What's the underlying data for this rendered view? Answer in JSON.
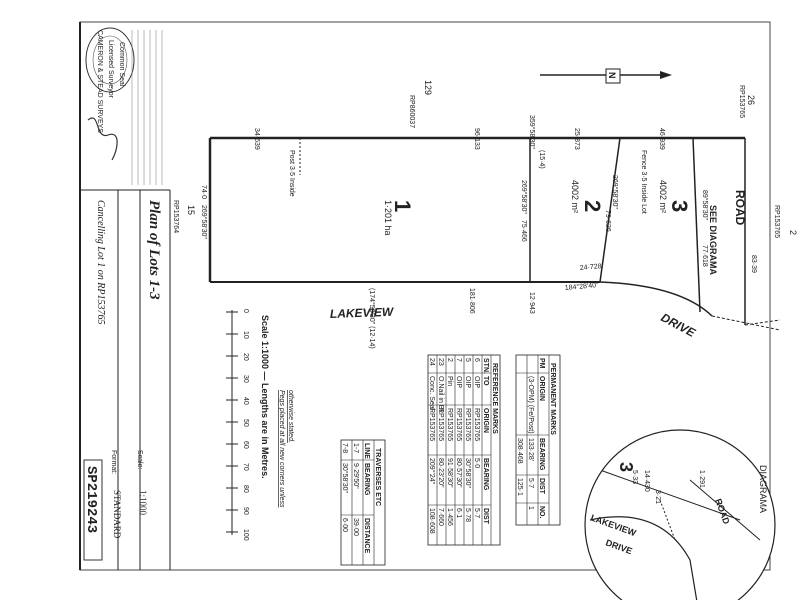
{
  "plan": {
    "title": "Plan of Lots 1-3",
    "subtitle": "Cancelling Lot 1 on RP153765",
    "plan_number": "SP219243",
    "format_label": "Format:",
    "format": "STANDARD",
    "scale_label": "Scale:",
    "scale": "1:1000",
    "scale_text": "Scale 1:1000 — Lengths are in Metres.",
    "scale_ticks": [
      "0",
      "10",
      "20",
      "30",
      "40",
      "50",
      "60",
      "70",
      "80",
      "90",
      "100"
    ],
    "peg_note_1": "Pegs placed at all new corners unless",
    "peg_note_2": "otherwise stated."
  },
  "stamp": {
    "line1": "CAMERON & STEAD SURVEYS",
    "line2": "Licensed Surveyor",
    "line3": "Common Seal"
  },
  "lots": [
    {
      "number": "1",
      "area": "1·201 ha"
    },
    {
      "number": "2",
      "area": "4002 m²"
    },
    {
      "number": "3",
      "area": "4002 m²"
    }
  ],
  "roads": {
    "road": "ROAD",
    "lakeview": "LAKEVIEW",
    "drive": "DRIVE"
  },
  "labels": {
    "north": "N",
    "see_diagram": "SEE DIAGRAMA",
    "rp_top": "RP860037",
    "lot_129": "129",
    "lot_15": "15",
    "rp_15": "RP153764",
    "lot_26": "26",
    "rp_26": "RP153765",
    "lot_2_right": "2",
    "rp_2_right": "RP153765",
    "bearing_top": "359°58'30\"",
    "bearing_top_alt": "(15·4)",
    "bearing_bottom": "(174°58'30\" (12·14)",
    "dist_top_1": "34·639",
    "dist_top_2": "96·133",
    "dist_top_3": "25·873",
    "dist_top_4": "46·939",
    "dist_bottom": "181·806",
    "dist_right": "77·618",
    "bearing_right": "89°58'30\"",
    "dist_lower": "83·39",
    "dist_lot2": "79·626",
    "bearing_lot2": "269°58'30\"",
    "bearing_lot1": "269°58'30\"",
    "dist_lot1": "75·466",
    "dist_left": "74·0",
    "bearing_left": "269°58'30\"",
    "chord": "24·728",
    "chord_bearing": "184°28'40\"",
    "arc": "12·943",
    "fence_note": "Fence 3·5 Inside Lot",
    "post_note": "Post 3·5 Inside"
  },
  "perm_marks": {
    "title": "PERMANENT MARKS",
    "headers": [
      "PM",
      "ORIGIN",
      "BEARING",
      "DIST",
      "NO."
    ],
    "rows": [
      [
        "",
        "(3-OPM) (Fe/Post)",
        "133·28'",
        "5·7",
        "1"
      ],
      [
        "",
        "",
        "308·468",
        "125·1",
        ""
      ]
    ]
  },
  "ref_marks": {
    "title": "REFERENCE MARKS",
    "headers": [
      "STN.",
      "TO",
      "ORIGIN",
      "BEARING",
      "DIST"
    ],
    "rows": [
      [
        "6",
        "OIP",
        "RP153765",
        "5·0",
        "5·7"
      ],
      [
        "5",
        "OIP",
        "RP153765",
        "30°58'30\"",
        "5·78"
      ],
      [
        "7",
        "OIP",
        "RP153765",
        "80·57'30\"",
        "6·1"
      ],
      [
        "2",
        "Pin",
        "RP153765",
        "91·58'30\"",
        "1·456"
      ],
      [
        "23",
        "O.Nail in Bt.",
        "RP153765",
        "80·23'20\"",
        "7·660"
      ],
      [
        "24",
        "Conc. Seal",
        "RP153765",
        "209°'24\"",
        "108·608"
      ]
    ]
  },
  "traverses": {
    "title": "TRAVERSES ETC",
    "headers": [
      "LINE",
      "BEARING",
      "DISTANCE"
    ],
    "rows": [
      [
        "1-7",
        "9·29'50\"",
        "39·00"
      ],
      [
        "7-8",
        "30°58'30\"",
        "6·00"
      ]
    ]
  },
  "diagram": {
    "title": "DIAGRAMA",
    "lot": "3",
    "road": "ROAD",
    "street1": "LAKEVIEW",
    "street2": "DRIVE",
    "dist_1": "14·430",
    "dist_2": "5·33",
    "dist_3": "3·21",
    "dist_4": "1·291"
  }
}
